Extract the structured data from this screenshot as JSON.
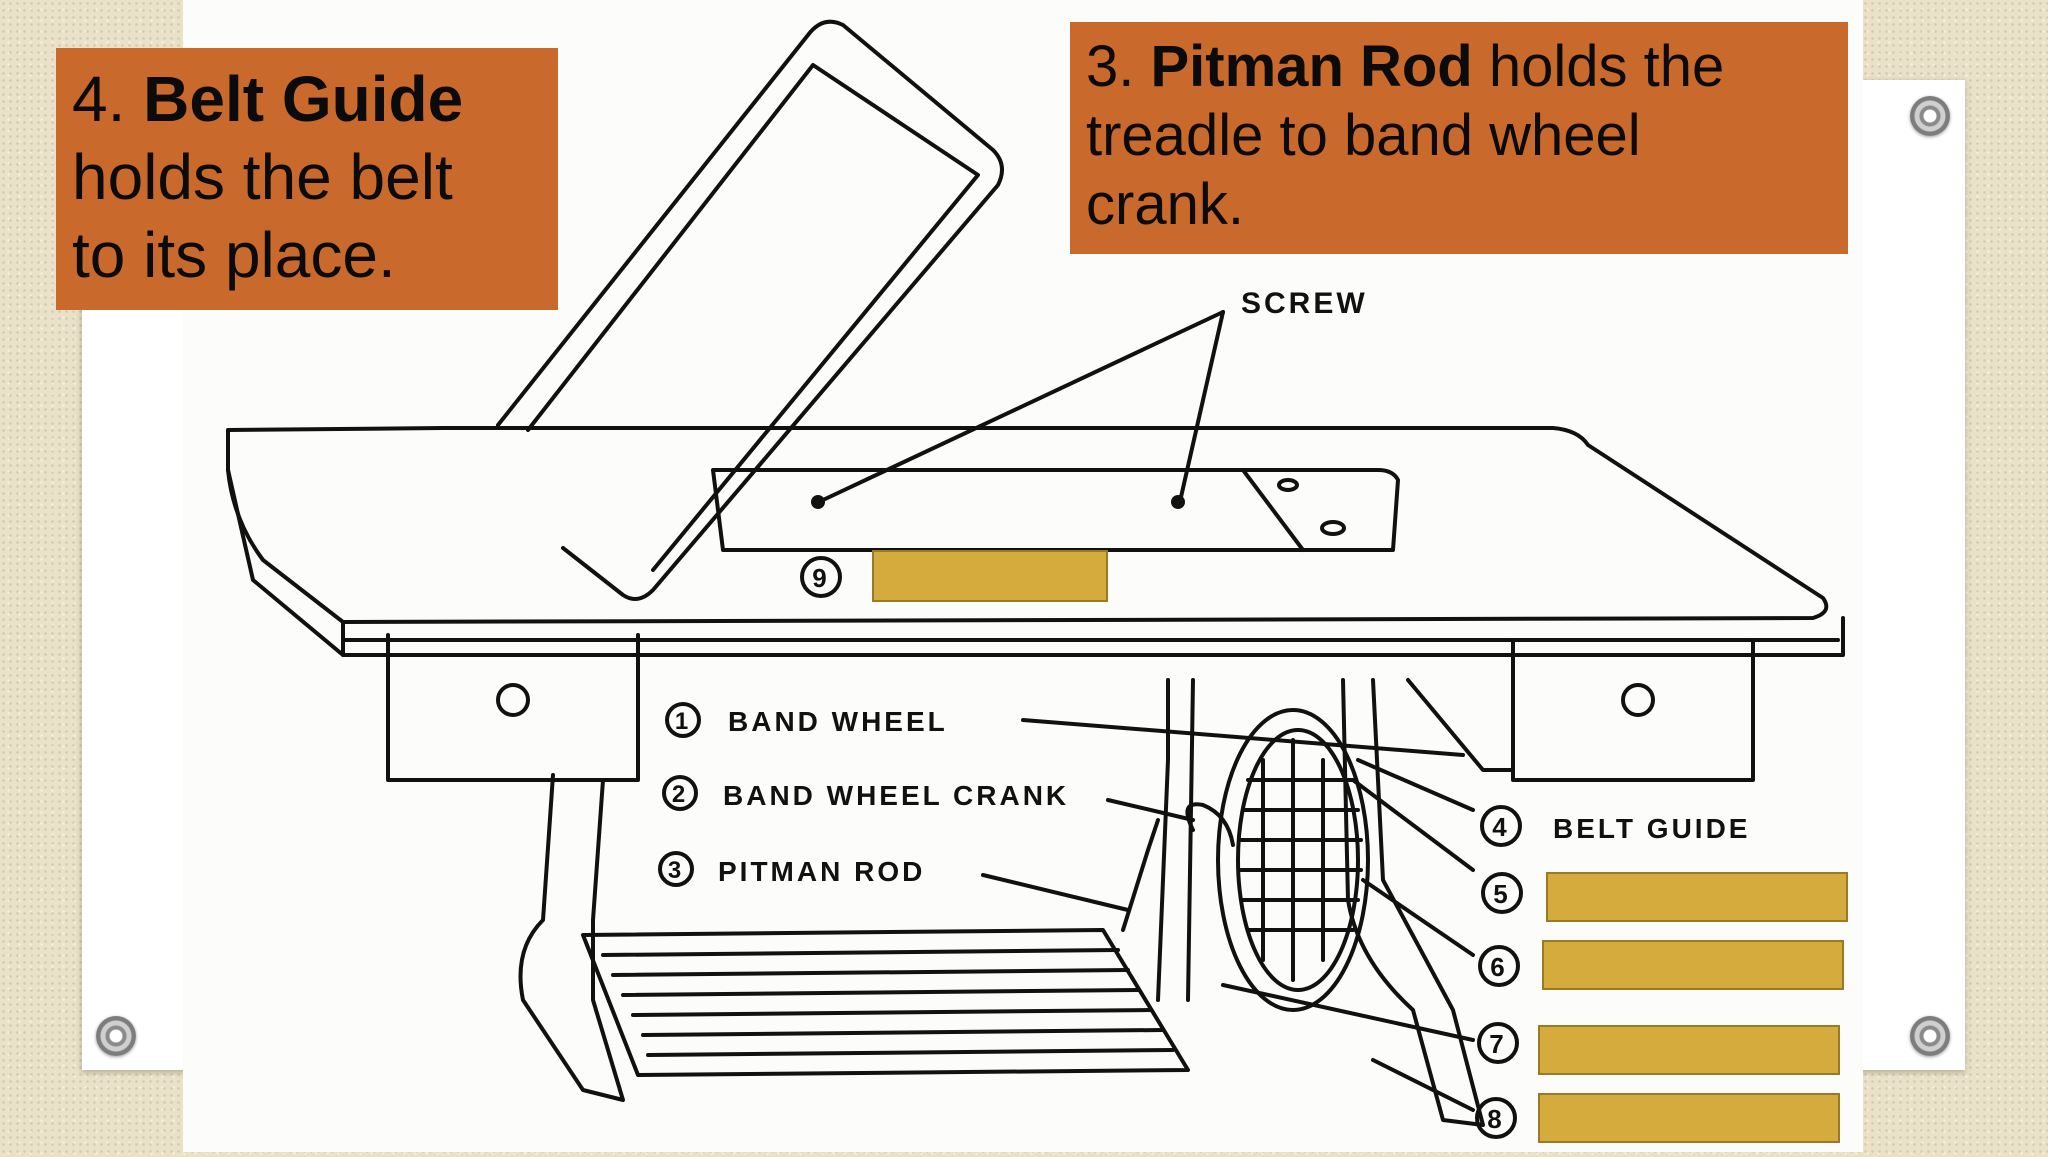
{
  "callout_3": {
    "number": "3.",
    "term": "Pitman Rod",
    "rest_line1": "holds the",
    "line2": "treadle to band wheel",
    "line3": "crank."
  },
  "callout_4": {
    "number": "4.",
    "term": "Belt Guide",
    "line2": "holds the belt",
    "line3": "to its place."
  },
  "diagram": {
    "screw_label": "SCREW",
    "labels": [
      {
        "num": "1",
        "text": "BAND  WHEEL"
      },
      {
        "num": "2",
        "text": "BAND WHEEL CRANK"
      },
      {
        "num": "3",
        "text": "PITMAN  ROD"
      },
      {
        "num": "4",
        "text": "BELT  GUIDE"
      }
    ],
    "blank_numbers": [
      "5",
      "6",
      "7",
      "8",
      "9"
    ]
  },
  "colors": {
    "callout": "#c9692b",
    "answer_box": "#d6ab3d",
    "background": "#e9e1c8"
  }
}
